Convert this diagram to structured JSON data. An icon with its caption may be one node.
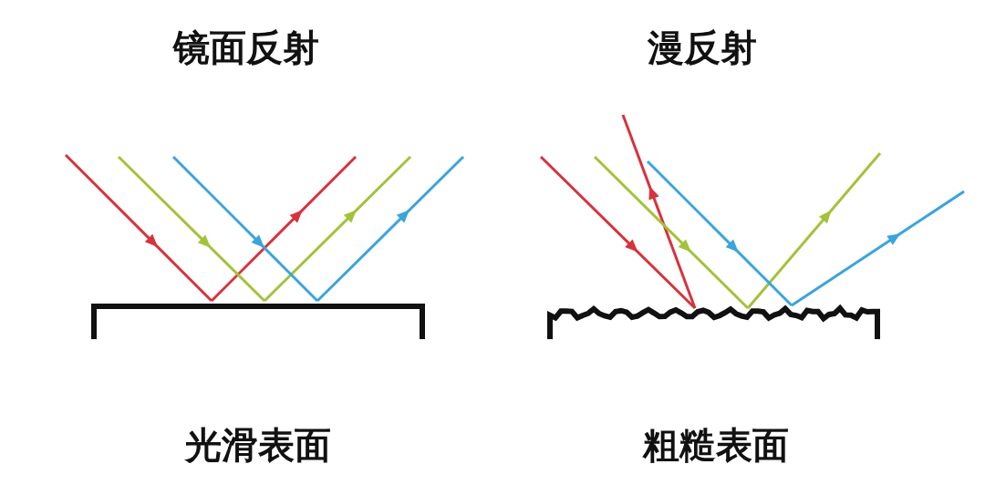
{
  "diagram": {
    "labels": [
      "镜面反射",
      "漫反射",
      "光滑表面",
      "粗糙表面"
    ]
  }
}
